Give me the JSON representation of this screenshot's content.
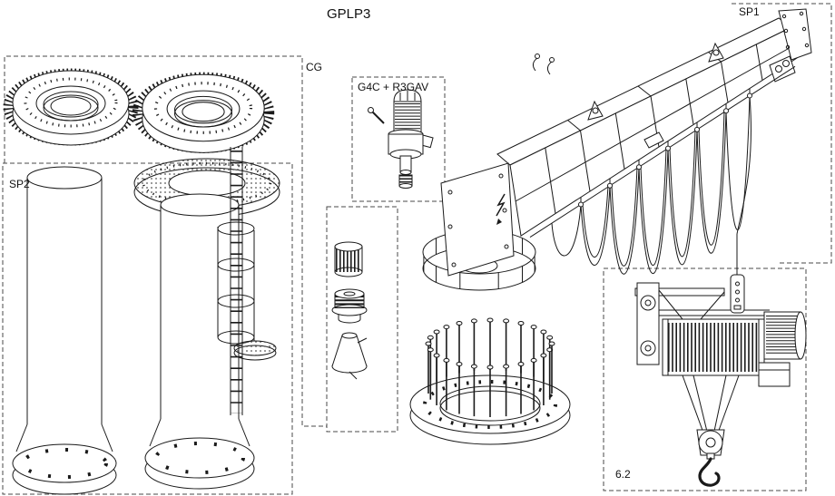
{
  "title": "GPLP3",
  "labels": {
    "sp1": "SP1",
    "sp2": "SP2",
    "cg": "CG",
    "gearmotor": "G4C + R3GAV",
    "hoist_item": "6.2"
  },
  "colors": {
    "line": "#1a1a1a",
    "dashed_outline": "#4a4a4a",
    "background": "#ffffff"
  },
  "components": {
    "left_assembly": [
      "slewing-gear-ring-left",
      "slewing-gear-ring-right",
      "perforated-slewing-platform",
      "pillar-column-left",
      "pillar-column-right",
      "ladder-with-safety-cage"
    ],
    "middle_parts": [
      "gear-motor",
      "splined-coupling",
      "pinion-gear",
      "mounting-cone",
      "slewing-ring-with-studs"
    ],
    "jib_assembly": [
      "jib-boom",
      "festoon-cable-loops",
      "lifting-lugs",
      "end-plate",
      "pendant-control"
    ],
    "hoist_assembly": [
      "wire-rope-hoist",
      "rope-drum",
      "hoist-motor",
      "hook-block"
    ]
  }
}
